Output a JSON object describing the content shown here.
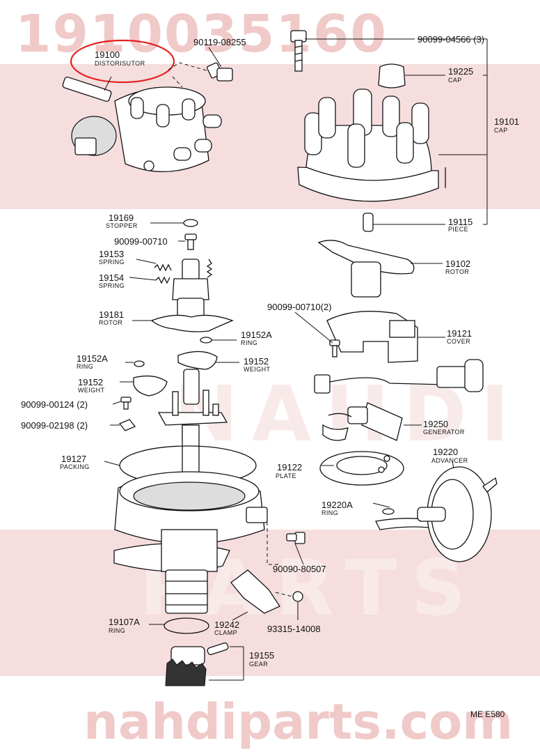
{
  "watermark": {
    "part_number": "1910035160",
    "site": "nahdiparts.com",
    "word1": "NAHDI",
    "word2": "PARTS"
  },
  "reference_code": "ME E580",
  "parts": [
    {
      "id": "19100",
      "number": "19100",
      "name": "DISTORISUTOR"
    },
    {
      "id": "90119-08255",
      "number": "90119-08255",
      "name": ""
    },
    {
      "id": "90099-04566",
      "number": "90099-04566 (3)",
      "name": ""
    },
    {
      "id": "19225",
      "number": "19225",
      "name": "CAP"
    },
    {
      "id": "19101",
      "number": "19101",
      "name": "CAP"
    },
    {
      "id": "19115",
      "number": "19115",
      "name": "PIECE"
    },
    {
      "id": "19169",
      "number": "19169",
      "name": "STOPPER"
    },
    {
      "id": "90099-00710",
      "number": "90099-00710",
      "name": ""
    },
    {
      "id": "19153",
      "number": "19153",
      "name": "SPRING"
    },
    {
      "id": "19154",
      "number": "19154",
      "name": "SPRING"
    },
    {
      "id": "19181",
      "number": "19181",
      "name": "ROTOR"
    },
    {
      "id": "19102",
      "number": "19102",
      "name": "ROTOR"
    },
    {
      "id": "90099-00710-2",
      "number": "90099-00710(2)",
      "name": ""
    },
    {
      "id": "19121",
      "number": "19121",
      "name": "COVER"
    },
    {
      "id": "19152A-right",
      "number": "19152A",
      "name": "RING"
    },
    {
      "id": "19152A-left",
      "number": "19152A",
      "name": "RING"
    },
    {
      "id": "19152-right",
      "number": "19152",
      "name": "WEIGHT"
    },
    {
      "id": "19152-left",
      "number": "19152",
      "name": "WEIGHT"
    },
    {
      "id": "90099-00124",
      "number": "90099-00124 (2)",
      "name": ""
    },
    {
      "id": "90099-02198",
      "number": "90099-02198 (2)",
      "name": ""
    },
    {
      "id": "19250",
      "number": "19250",
      "name": "GENERATOR"
    },
    {
      "id": "19220",
      "number": "19220",
      "name": "ADVANCER"
    },
    {
      "id": "19127",
      "number": "19127",
      "name": "PACKING"
    },
    {
      "id": "19122",
      "number": "19122",
      "name": "PLATE"
    },
    {
      "id": "19220A",
      "number": "19220A",
      "name": "RING"
    },
    {
      "id": "90090-80507",
      "number": "90090-80507",
      "name": ""
    },
    {
      "id": "19107A",
      "number": "19107A",
      "name": "RING"
    },
    {
      "id": "19242",
      "number": "19242",
      "name": "CLAMP"
    },
    {
      "id": "93315-14008",
      "number": "93315-14008",
      "name": ""
    },
    {
      "id": "19155",
      "number": "19155",
      "name": "GEAR"
    }
  ]
}
